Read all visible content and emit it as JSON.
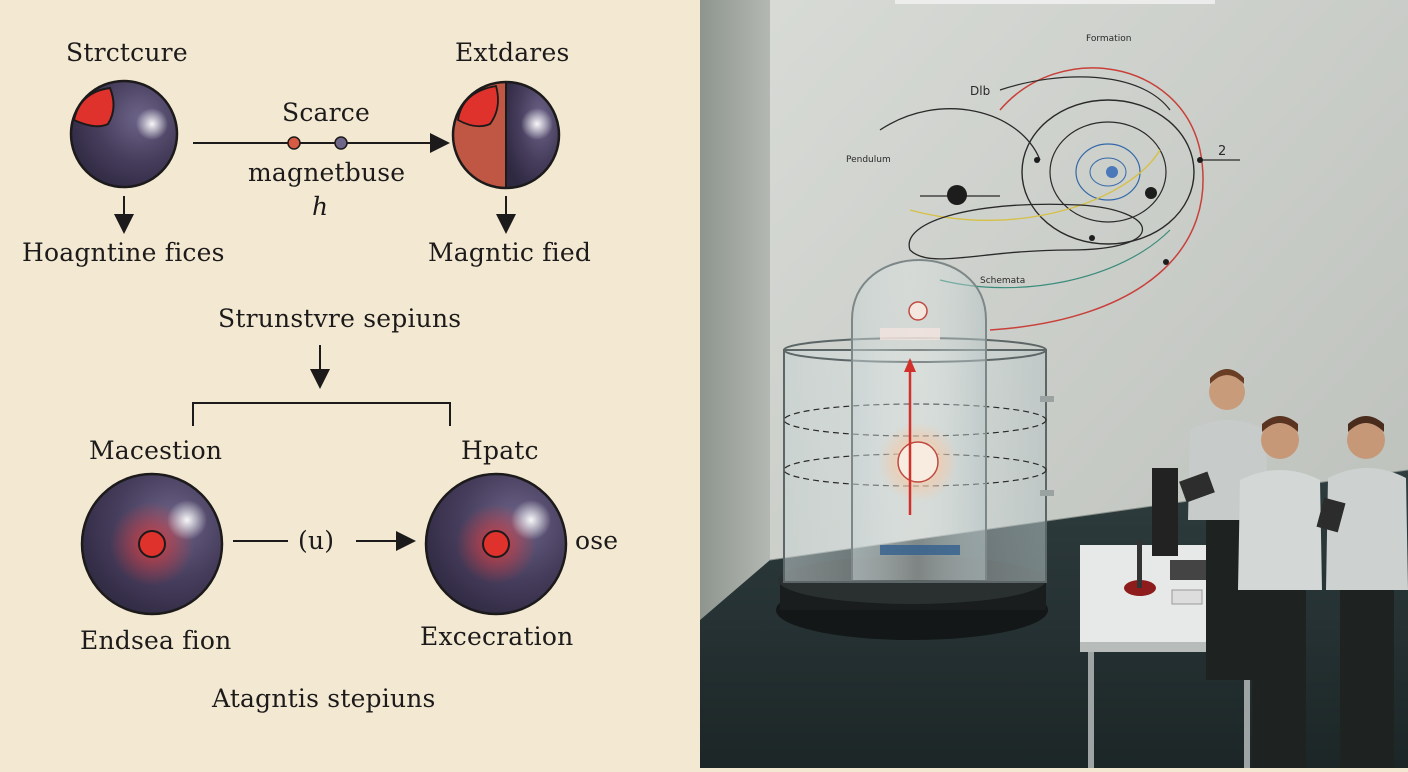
{
  "diagram": {
    "top_left_title": "Strctcure",
    "top_right_title": "Extdares",
    "top_left_caption": "Hoagntine fices",
    "top_right_caption": "Magntic fied",
    "middle_top_label": "Scarce",
    "middle_mid_label": "magnetbuse",
    "middle_symbol": "h",
    "center_label": "Strunstvre sepiuns",
    "bottom_left_title": "Macestion",
    "bottom_right_title": "Hpatc",
    "bottom_middle_symbol": "(u)",
    "bottom_right_side_label": "ose",
    "bottom_left_caption": "Endsea fion",
    "bottom_right_caption": "Excecration",
    "footer_label": "Atagntis stepiuns"
  },
  "colors": {
    "paper": "#f3e9d2",
    "sphere": "#433a56",
    "accent_red": "#d8302a",
    "ink": "#1c1a1a"
  },
  "wall_notes": {
    "n1": "Formation",
    "n2": "Dlb",
    "n3": "Pendulum",
    "n4": "2",
    "n5": "Schemata"
  }
}
